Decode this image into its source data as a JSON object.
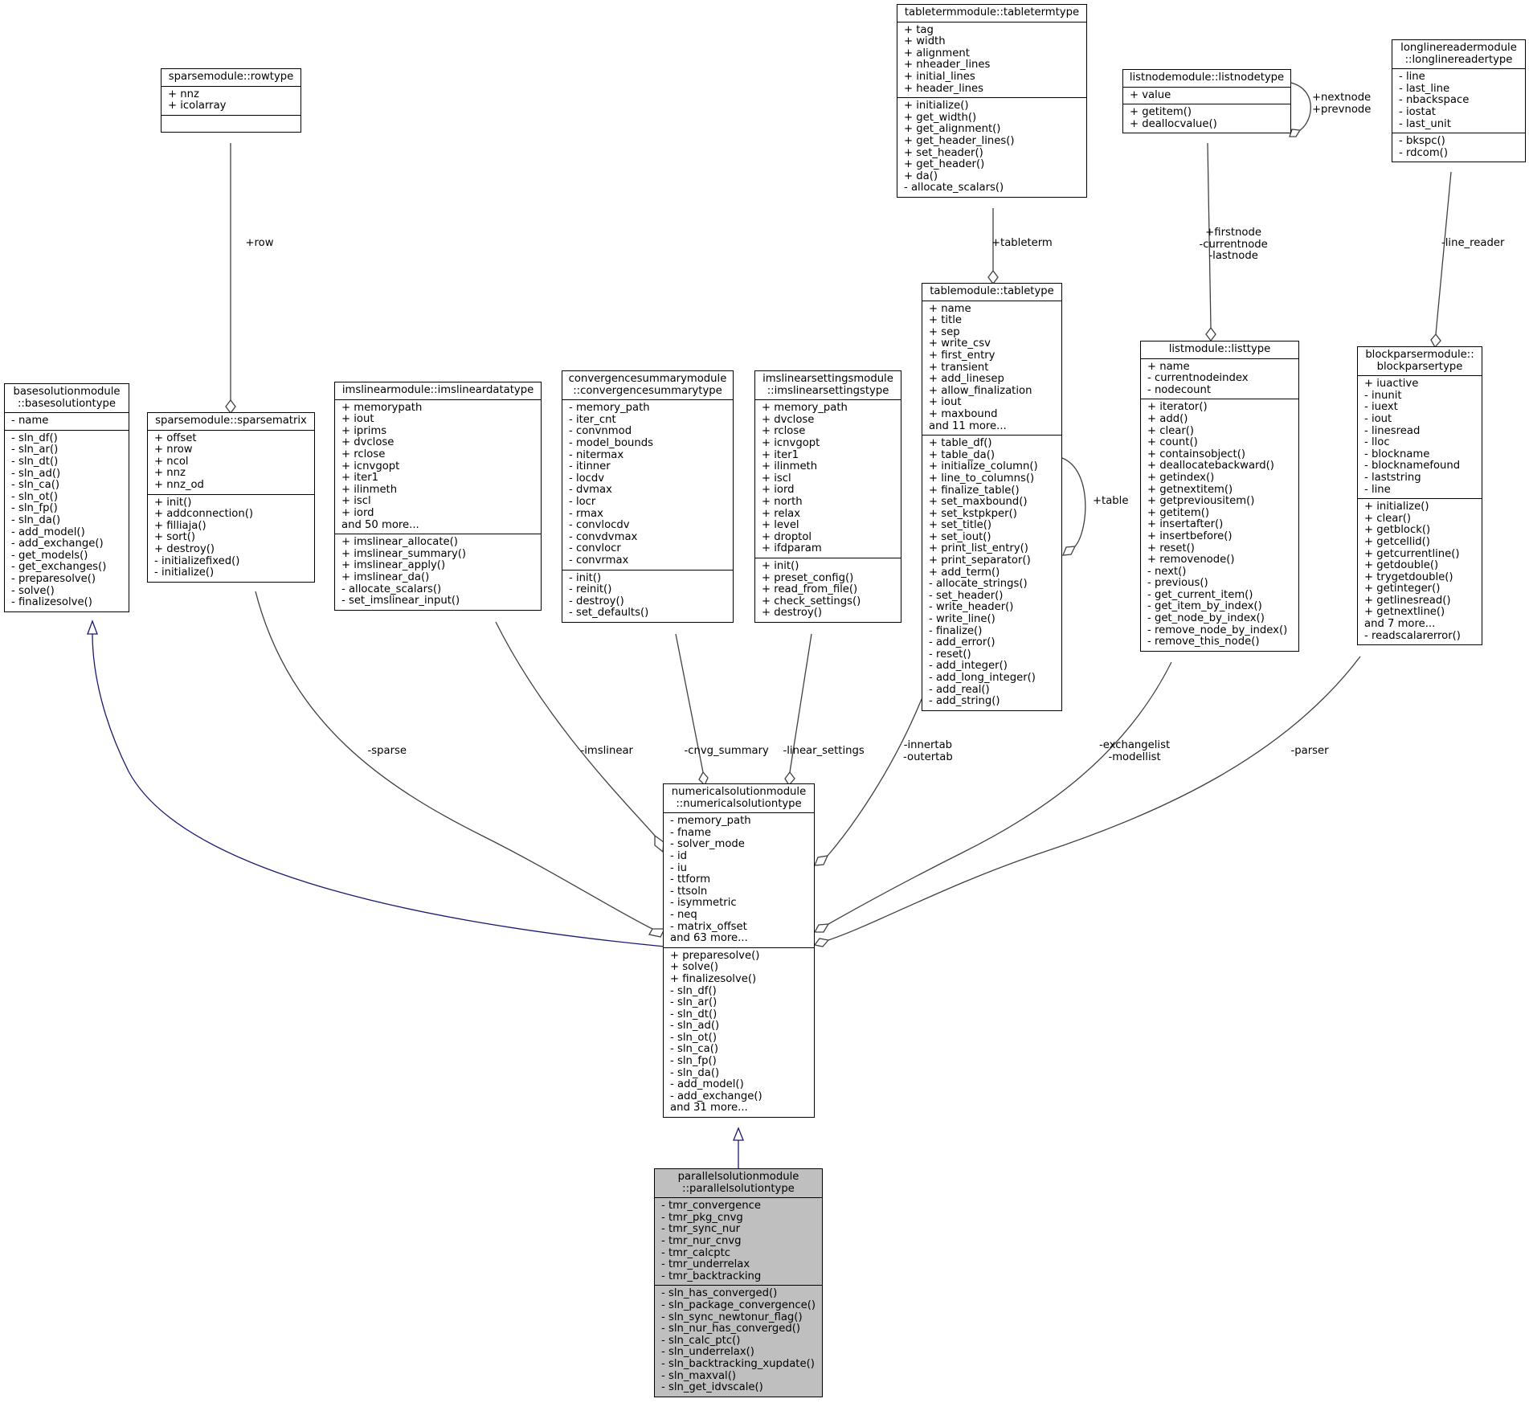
{
  "colors": {
    "generalization": "#191970",
    "aggregation": "#404040",
    "focus_fill": "#bfbfbf"
  },
  "classes": {
    "basesolution": {
      "title": [
        "basesolutionmodule",
        "::basesolutiontype"
      ],
      "attributes": [
        "- name"
      ],
      "methods": [
        "- sln_df()",
        "- sln_ar()",
        "- sln_dt()",
        "- sln_ad()",
        "- sln_ca()",
        "- sln_ot()",
        "- sln_fp()",
        "- sln_da()",
        "- add_model()",
        "- add_exchange()",
        "- get_models()",
        "- get_exchanges()",
        "- preparesolve()",
        "- solve()",
        "- finalizesolve()"
      ]
    },
    "rowtype": {
      "title": [
        "sparsemodule::rowtype"
      ],
      "attributes": [
        "+ nnz",
        "+ icolarray"
      ],
      "methods": []
    },
    "sparsematrix": {
      "title": [
        "sparsemodule::sparsematrix"
      ],
      "attributes": [
        "+ offset",
        "+ nrow",
        "+ ncol",
        "+ nnz",
        "+ nnz_od"
      ],
      "methods": [
        "+ init()",
        "+ addconnection()",
        "+ filliaja()",
        "+ sort()",
        "+ destroy()",
        "- initializefixed()",
        "- initialize()"
      ]
    },
    "imslineardata": {
      "title": [
        "imslinearmodule::imslineardatatype"
      ],
      "attributes": [
        "+ memorypath",
        "+ iout",
        "+ iprims",
        "+ dvclose",
        "+ rclose",
        "+ icnvgopt",
        "+ iter1",
        "+ ilinmeth",
        "+ iscl",
        "+ iord",
        "and 50 more..."
      ],
      "methods": [
        "+ imslinear_allocate()",
        "+ imslinear_summary()",
        "+ imslinear_apply()",
        "+ imslinear_da()",
        "- allocate_scalars()",
        "- set_imslinear_input()"
      ]
    },
    "convergencesummary": {
      "title": [
        "convergencesummarymodule",
        "::convergencesummarytype"
      ],
      "attributes": [
        "- memory_path",
        "- iter_cnt",
        "- convnmod",
        "- model_bounds",
        "- nitermax",
        "- itinner",
        "- locdv",
        "- dvmax",
        "- locr",
        "- rmax",
        "- convlocdv",
        "- convdvmax",
        "- convlocr",
        "- convrmax"
      ],
      "methods": [
        "- init()",
        "- reinit()",
        "- destroy()",
        "- set_defaults()"
      ]
    },
    "imslinearsettings": {
      "title": [
        "imslinearsettingsmodule",
        "::imslinearsettingstype"
      ],
      "attributes": [
        "+ memory_path",
        "+ dvclose",
        "+ rclose",
        "+ icnvgopt",
        "+ iter1",
        "+ ilinmeth",
        "+ iscl",
        "+ iord",
        "+ north",
        "+ relax",
        "+ level",
        "+ droptol",
        "+ ifdparam"
      ],
      "methods": [
        "+ init()",
        "+ preset_config()",
        "+ read_from_file()",
        "+ check_settings()",
        "+ destroy()"
      ]
    },
    "tableterm": {
      "title": [
        "tabletermmodule::tabletermtype"
      ],
      "attributes": [
        "+ tag",
        "+ width",
        "+ alignment",
        "+ nheader_lines",
        "+ initial_lines",
        "+ header_lines"
      ],
      "methods": [
        "+ initialize()",
        "+ get_width()",
        "+ get_alignment()",
        "+ get_header_lines()",
        "+ set_header()",
        "+ get_header()",
        "+ da()",
        "- allocate_scalars()"
      ]
    },
    "tabletype": {
      "title": [
        "tablemodule::tabletype"
      ],
      "attributes": [
        "+ name",
        "+ title",
        "+ sep",
        "+ write_csv",
        "+ first_entry",
        "+ transient",
        "+ add_linesep",
        "+ allow_finalization",
        "+ iout",
        "+ maxbound",
        "and 11 more..."
      ],
      "methods": [
        "+ table_df()",
        "+ table_da()",
        "+ initialize_column()",
        "+ line_to_columns()",
        "+ finalize_table()",
        "+ set_maxbound()",
        "+ set_kstpkper()",
        "+ set_title()",
        "+ set_iout()",
        "+ print_list_entry()",
        "+ print_separator()",
        "+ add_term()",
        "- allocate_strings()",
        "- set_header()",
        "- write_header()",
        "- write_line()",
        "- finalize()",
        "- add_error()",
        "- reset()",
        "- add_integer()",
        "- add_long_integer()",
        "- add_real()",
        "- add_string()"
      ]
    },
    "listnode": {
      "title": [
        "listnodemodule::listnodetype"
      ],
      "attributes": [
        "+ value"
      ],
      "methods": [
        "+ getitem()",
        "+ deallocvalue()"
      ]
    },
    "listtype": {
      "title": [
        "listmodule::listtype"
      ],
      "attributes": [
        "+ name",
        "- currentnodeindex",
        "- nodecount"
      ],
      "methods": [
        "+ iterator()",
        "+ add()",
        "+ clear()",
        "+ count()",
        "+ containsobject()",
        "+ deallocatebackward()",
        "+ getindex()",
        "+ getnextitem()",
        "+ getpreviousitem()",
        "+ getitem()",
        "+ insertafter()",
        "+ insertbefore()",
        "+ reset()",
        "+ removenode()",
        "- next()",
        "- previous()",
        "- get_current_item()",
        "- get_item_by_index()",
        "- get_node_by_index()",
        "- remove_node_by_index()",
        "- remove_this_node()"
      ]
    },
    "longlinereader": {
      "title": [
        "longlinereadermodule",
        "::longlinereadertype"
      ],
      "attributes": [
        "- line",
        "- last_line",
        "- nbackspace",
        "- iostat",
        "- last_unit"
      ],
      "methods": [
        "- bkspc()",
        "- rdcom()"
      ]
    },
    "blockparser": {
      "title": [
        "blockparsermodule::",
        "blockparsertype"
      ],
      "attributes": [
        "+ iuactive",
        "- inunit",
        "- iuext",
        "- iout",
        "- linesread",
        "- lloc",
        "- blockname",
        "- blocknamefound",
        "- laststring",
        "- line"
      ],
      "methods": [
        "+ initialize()",
        "+ clear()",
        "+ getblock()",
        "+ getcellid()",
        "+ getcurrentline()",
        "+ getdouble()",
        "+ trygetdouble()",
        "+ getinteger()",
        "+ getlinesread()",
        "+ getnextline()",
        "and 7 more...",
        "- readscalarerror()"
      ]
    },
    "numericalsolution": {
      "title": [
        "numericalsolutionmodule",
        "::numericalsolutiontype"
      ],
      "attributes": [
        "- memory_path",
        "- fname",
        "- solver_mode",
        "- id",
        "- iu",
        "- ttform",
        "- ttsoln",
        "- isymmetric",
        "- neq",
        "- matrix_offset",
        "and 63 more..."
      ],
      "methods": [
        "+ preparesolve()",
        "+ solve()",
        "+ finalizesolve()",
        "- sln_df()",
        "- sln_ar()",
        "- sln_dt()",
        "- sln_ad()",
        "- sln_ot()",
        "- sln_ca()",
        "- sln_fp()",
        "- sln_da()",
        "- add_model()",
        "- add_exchange()",
        "and 31 more..."
      ]
    },
    "parallelsolution": {
      "title": [
        "parallelsolutionmodule",
        "::parallelsolutiontype"
      ],
      "attributes": [
        "- tmr_convergence",
        "- tmr_pkg_cnvg",
        "- tmr_sync_nur",
        "- tmr_nur_cnvg",
        "- tmr_calcptc",
        "- tmr_underrelax",
        "- tmr_backtracking"
      ],
      "methods": [
        "- sln_has_converged()",
        "- sln_package_convergence()",
        "- sln_sync_newtonur_flag()",
        "- sln_nur_has_converged()",
        "- sln_calc_ptc()",
        "- sln_underrelax()",
        "- sln_backtracking_xupdate()",
        "- sln_maxval()",
        "- sln_get_idvscale()"
      ]
    }
  },
  "edge_labels": {
    "row": "+row",
    "tableterm": "+tableterm",
    "table": "+table",
    "listnode_to_list": [
      "+firstnode",
      "-currentnode",
      "-lastnode"
    ],
    "nextprev": [
      "+nextnode",
      "+prevnode"
    ],
    "line_reader": "-line_reader",
    "sparse": "-sparse",
    "imslinear": "-imslinear",
    "cnvg_summary": "-cnvg_summary",
    "linear_settings": "-linear_settings",
    "innerouter": [
      "-innertab",
      "-outertab"
    ],
    "lists": [
      "-exchangelist",
      "-modellist"
    ],
    "parser": "-parser"
  }
}
